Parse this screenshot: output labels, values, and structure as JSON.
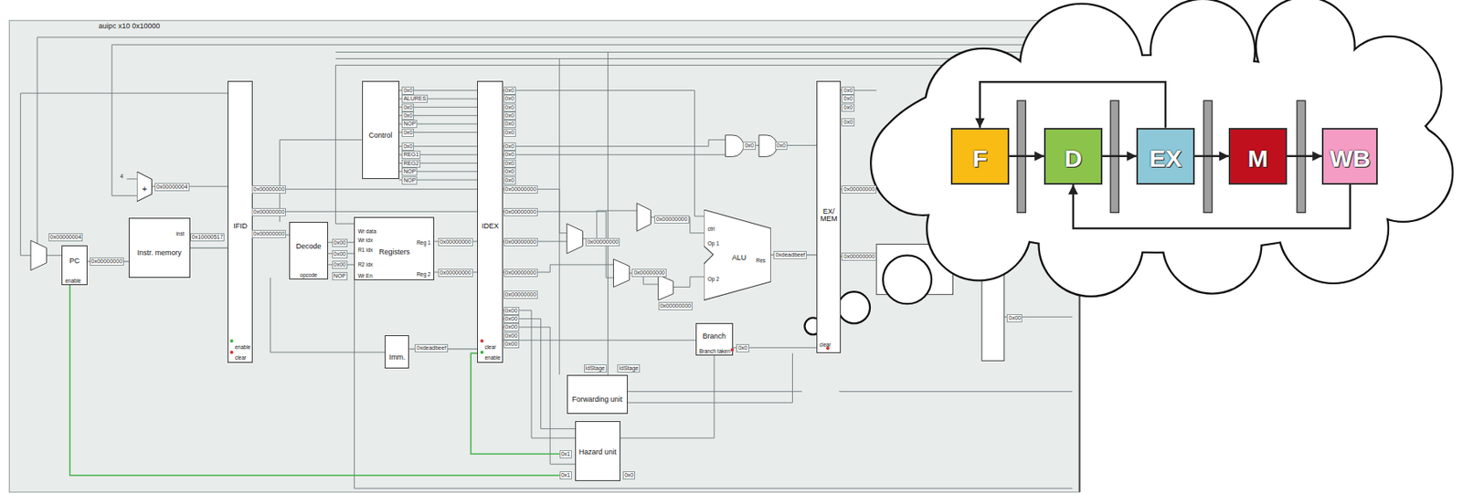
{
  "diagram": {
    "title": "auipc x10 0x10000",
    "nodes": [
      {
        "text": [
          "PC",
          "enable"
        ]
      },
      {
        "text": [
          "+"
        ]
      },
      {
        "text": [
          "Instr. memory",
          "inst"
        ]
      },
      {
        "text": [
          "IFID",
          "enable",
          "clear"
        ]
      },
      {
        "text": [
          "Decode",
          "opcode"
        ]
      },
      {
        "text": [
          "Control"
        ]
      },
      {
        "text": [
          "Registers",
          "Wr data",
          "Wr idx",
          "R1 idx",
          "R2 idx",
          "Wr En",
          "Reg 1",
          "Reg 2"
        ]
      },
      {
        "text": [
          "Imm."
        ]
      },
      {
        "text": [
          "IDEX",
          "clear",
          "enable"
        ]
      },
      {
        "text": [
          "ALU",
          "ctrl",
          "Op 1",
          "Op 2",
          "Res"
        ]
      },
      {
        "text": [
          "Branch",
          "Branch taken"
        ]
      },
      {
        "text": [
          "Forwarding unit"
        ]
      },
      {
        "text": [
          "Hazard unit"
        ]
      },
      {
        "text": [
          "EX/ MEM",
          "clear"
        ]
      },
      {
        "text": [
          "F"
        ]
      },
      {
        "text": [
          "D"
        ]
      },
      {
        "text": [
          "EX"
        ]
      },
      {
        "text": [
          "M"
        ]
      },
      {
        "text": [
          "WB"
        ]
      }
    ],
    "edges": [
      {
        "from": 14,
        "to": 15,
        "arrow": "to"
      },
      {
        "from": 15,
        "to": 16,
        "arrow": "to"
      },
      {
        "from": 16,
        "to": 17,
        "arrow": "to"
      },
      {
        "from": 17,
        "to": 18,
        "arrow": "to"
      },
      {
        "from": 16,
        "to": 14,
        "arrow": "to"
      },
      {
        "from": 18,
        "to": 15,
        "arrow": "to"
      },
      {
        "from": 0,
        "to": 2,
        "arrow": "none"
      },
      {
        "from": 2,
        "to": 3,
        "arrow": "none"
      },
      {
        "from": 9,
        "to": 13,
        "arrow": "none"
      },
      {
        "from": 7,
        "to": 8,
        "arrow": "none"
      }
    ],
    "labels": [
      "4",
      "0x00000004",
      "0x00000004",
      "0x00000000",
      "0x10000517",
      "0x00000000",
      "0x00000000",
      "0x00000000",
      "0x00",
      "0x00",
      "0x00",
      "NOP",
      "0x0",
      "ALURES",
      "0x0",
      "0x0",
      "NOP",
      "0x0",
      "0x0",
      "REG1",
      "REG2",
      "NOP",
      "NOP",
      "0x00000000",
      "0x00000000",
      "0xdeadbeef",
      "0x0",
      "0x0",
      "0x0",
      "0x0",
      "0x0",
      "0x0",
      "0x0",
      "0x0",
      "0x0",
      "0x0",
      "0x0",
      "0x00000000",
      "0x00000000",
      "0x00000000",
      "0x00000000",
      "0x00000000",
      "0x00",
      "0x00",
      "0x00",
      "0x00",
      "0x00",
      "0x0",
      "0x0",
      "0x00000000",
      "0x00000000",
      "0x00000000",
      "0x00000000",
      "0xdeadbeef",
      "0x0",
      "IdStage",
      "IdStage",
      "0x1",
      "0x1",
      "0x0",
      "0x0",
      "0x0",
      "0x0",
      "0x0",
      "0x00000000",
      "0x00000000",
      "0x00"
    ]
  }
}
